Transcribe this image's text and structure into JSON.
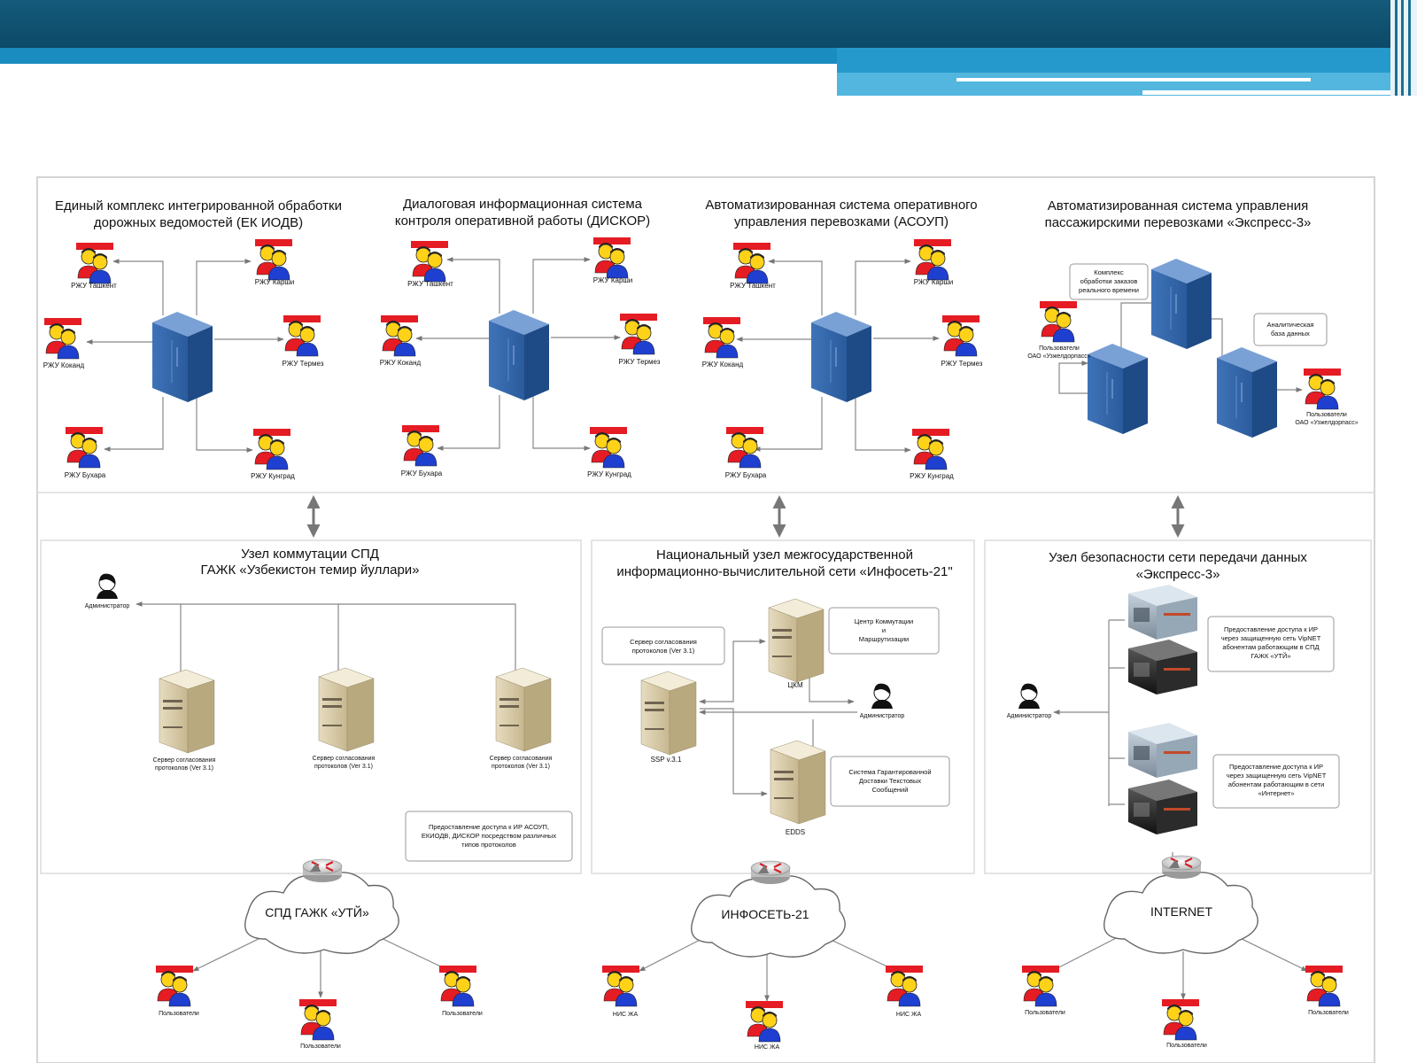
{
  "top_systems": [
    {
      "line1": "Единый комплекс интегрированной обработки",
      "line2": "дорожных ведомостей (ЕК ИОДВ)"
    },
    {
      "line1": "Диалоговая информационная система",
      "line2": "контроля оперативной работы (ДИСКОР)"
    },
    {
      "line1": "Автоматизированная система оперативного",
      "line2": "управления перевозками (АСОУП)"
    },
    {
      "line1": "Автоматизированная система управления",
      "line2": "пассажирскими перевозками «Экспресс-3»"
    }
  ],
  "rzhu": {
    "tashkent": "РЖУ Ташкент",
    "karshi": "РЖУ Карши",
    "kokand": "РЖУ Коканд",
    "termez": "РЖУ Термез",
    "bukhara": "РЖУ Бухара",
    "kungrad": "РЖУ Кунград"
  },
  "express": {
    "realtime": [
      "Комплекс",
      "обработки заказов",
      "реального времени"
    ],
    "analytic": [
      "Аналитическая",
      "база данных"
    ],
    "users_left": [
      "Пользователи",
      "ОАО «Узжелдорпасс»"
    ],
    "users_right": [
      "Пользователи",
      "ОАО «Узжелдорпасс»"
    ]
  },
  "node_spd": {
    "title1": "Узел коммутации СПД",
    "title2": "ГАЖК «Узбекистон темир йуллари»",
    "admin": "Администратор",
    "server_line1": "Сервер согласования",
    "server_line2": "протоколов (Ver 3.1)",
    "note": [
      "Предоставление доступа к ИР АСОУП,",
      "ЕКИОДВ, ДИСКОР посредством различных",
      "типов протоколов"
    ]
  },
  "node_infoset": {
    "title1": "Национальный узел межгосударственной",
    "title2": "информационно-вычислительной сети «Инфосеть-21\"",
    "server_note": [
      "Сервер согласования",
      "протоколов (Ver 3.1)"
    ],
    "ckm_note": [
      "Центр Коммутации",
      "и",
      "Маршрутизации"
    ],
    "ckm": "ЦКМ",
    "admin": "Администратор",
    "ssp": "SSP v.3.1",
    "edds_note": [
      "Система Гарантированной",
      "Доставки Текстовых",
      "Сообщений"
    ],
    "edds": "EDDS"
  },
  "node_security": {
    "title1": "Узел безопасности сети передачи данных",
    "title2": "«Экспресс-3»",
    "admin": "Администратор",
    "note1": [
      "Предоставление доступа к ИР",
      "через защищенную сеть VipNET",
      "абонентам работающим в СПД",
      "ГАЖК «УТЙ»"
    ],
    "note2": [
      "Предоставление доступа к ИР",
      "через защищенную сеть VipNET",
      "абонентам работающим в сети",
      "«Интернет»"
    ]
  },
  "clouds": [
    {
      "label": "СПД ГАЖК «УТЙ»",
      "users": [
        "Пользователи",
        "Пользователи",
        "Пользователи"
      ]
    },
    {
      "label": "ИНФОСЕТЬ-21",
      "users": [
        "НИС ЖА",
        "НИС ЖА",
        "НИС ЖА"
      ]
    },
    {
      "label": "INTERNET",
      "users": [
        "Пользователи",
        "Пользователи",
        "Пользователи"
      ]
    }
  ]
}
